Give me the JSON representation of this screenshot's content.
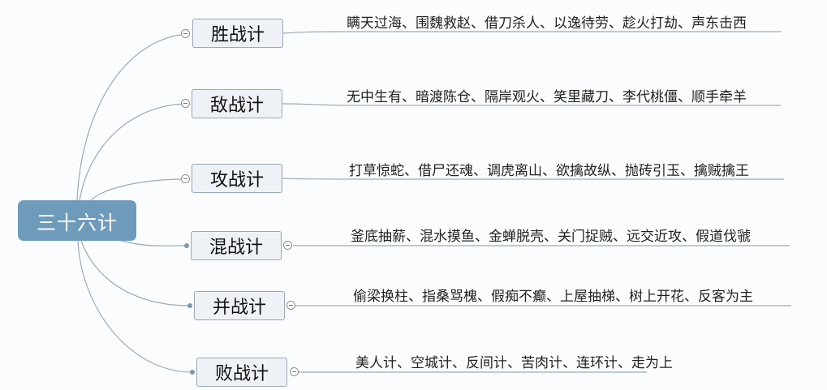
{
  "root": {
    "label": "三十六计"
  },
  "branches": [
    {
      "label": "胜战计",
      "items": "瞒天过海、围魏救赵、借刀杀人、以逸待劳、趁火打劫、声东击西"
    },
    {
      "label": "敌战计",
      "items": "无中生有、暗渡陈仓、隔岸观火、笑里藏刀、李代桃僵、顺手牵羊"
    },
    {
      "label": "攻战计",
      "items": "打草惊蛇、借尸还魂、调虎离山、欲擒故纵、抛砖引玉、擒贼擒王"
    },
    {
      "label": "混战计",
      "items": "釜底抽薪、混水摸鱼、金蝉脱壳、关门捉贼、远交近攻、假道伐虢"
    },
    {
      "label": "并战计",
      "items": "偷梁换柱、指桑骂槐、假痴不癫、上屋抽梯、树上开花、反客为主"
    },
    {
      "label": "败战计",
      "items": "美人计、空城计、反间计、苦肉计、连环计、走为上"
    }
  ],
  "colors": {
    "root": "#6f9bbb",
    "line": "#8fa3b3"
  }
}
